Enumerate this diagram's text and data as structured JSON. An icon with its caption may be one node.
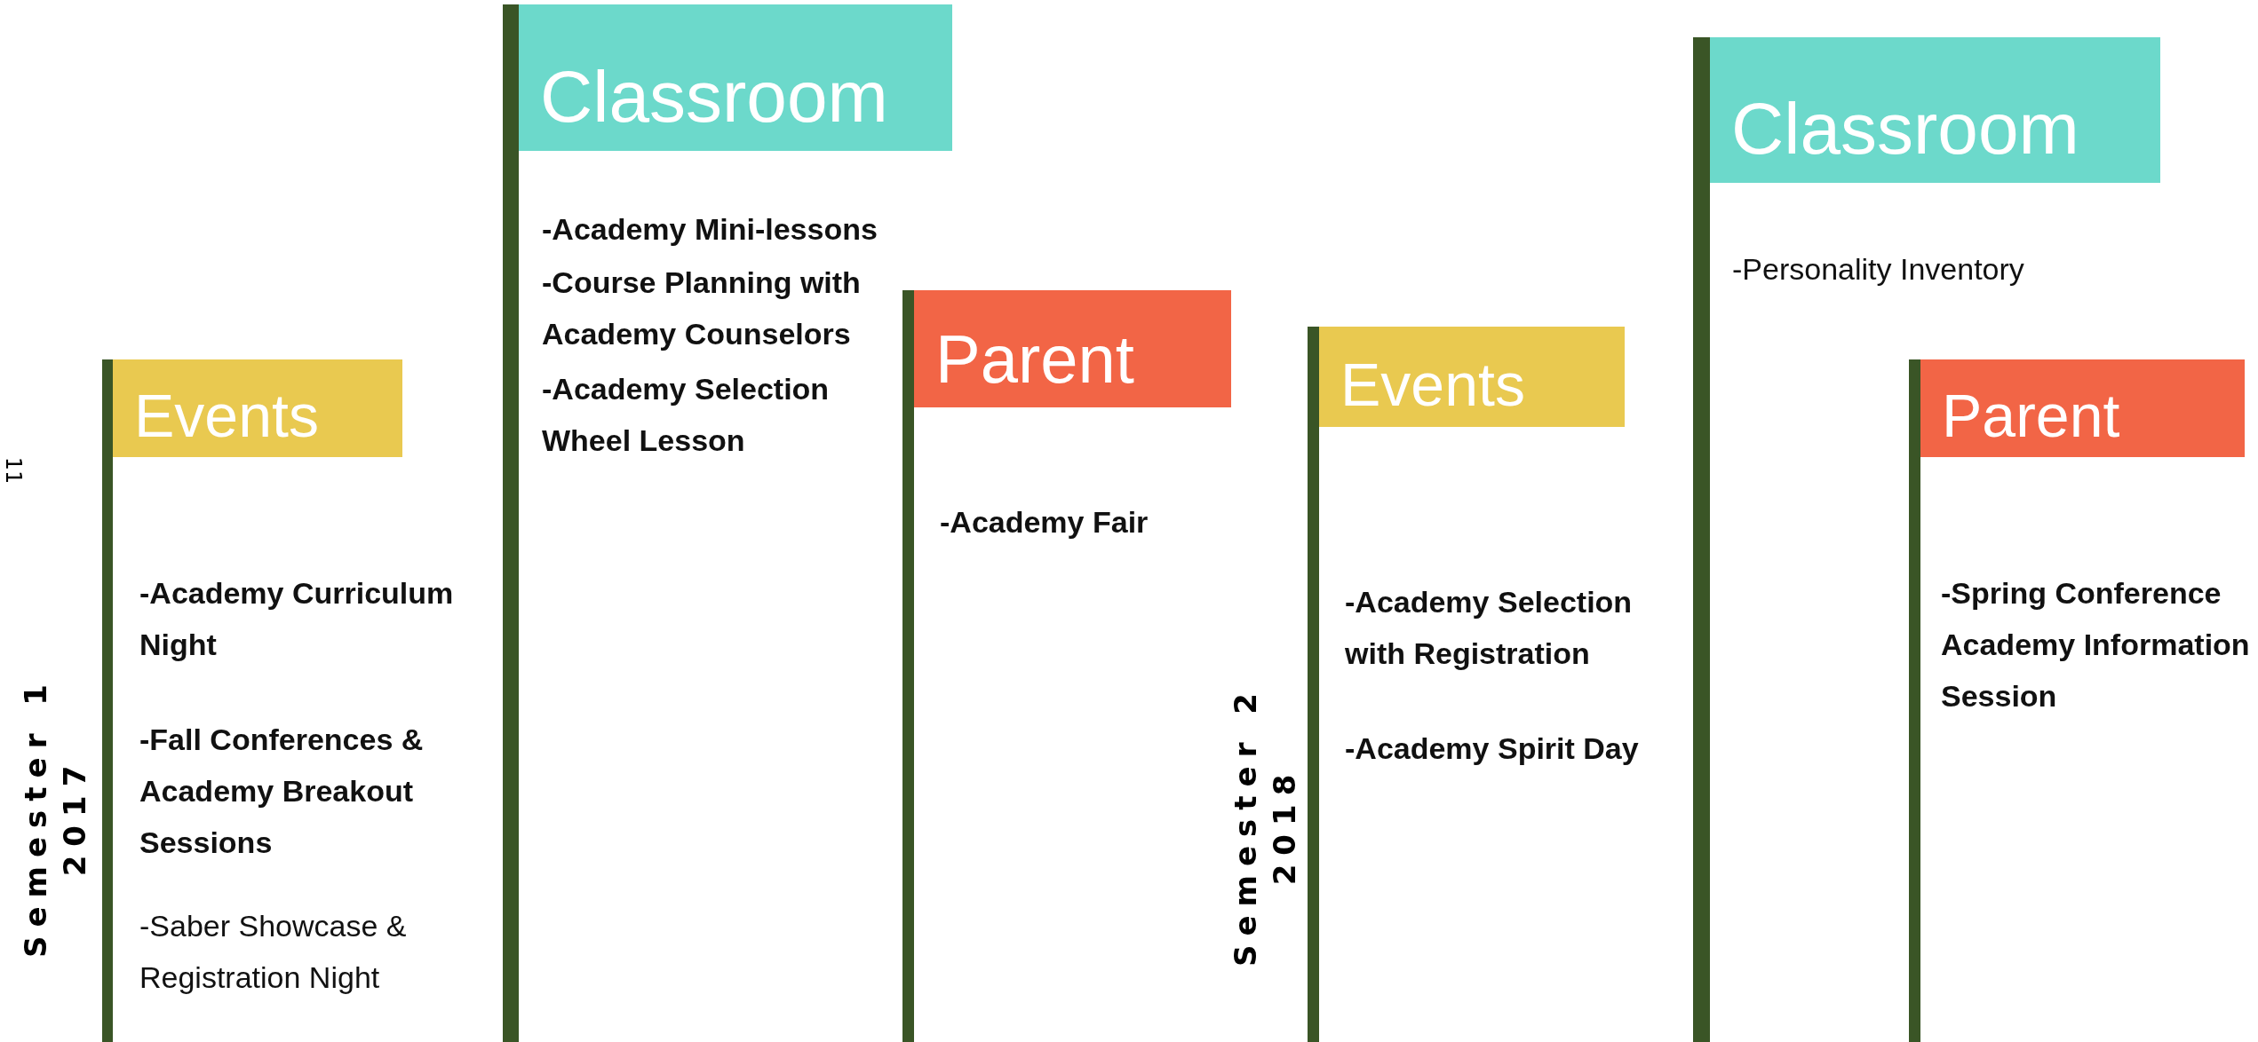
{
  "diagram": {
    "nodes": [
      {
        "text": [
          "Events",
          "-Academy Curriculum Night",
          "-Fall Conferences & Academy Breakout Sessions",
          "-Saber Showcase & Registration Night"
        ]
      },
      {
        "text": [
          "Classroom",
          "-Academy Mini-lessons",
          "-Course Planning with Academy Counselors",
          "-Academy Selection Wheel Lesson"
        ]
      },
      {
        "text": [
          "Parent",
          "-Academy Fair"
        ]
      },
      {
        "text": [
          "Events",
          "-Academy Selection with Registration",
          "-Academy Spirit Day"
        ]
      },
      {
        "text": [
          "Classroom",
          "-Personality Inventory"
        ]
      },
      {
        "text": [
          "Parent",
          "-Spring Conference Academy Information Session"
        ]
      }
    ],
    "labels": [
      "11",
      "Semester 1 2017",
      "Semester 2 2018"
    ]
  }
}
